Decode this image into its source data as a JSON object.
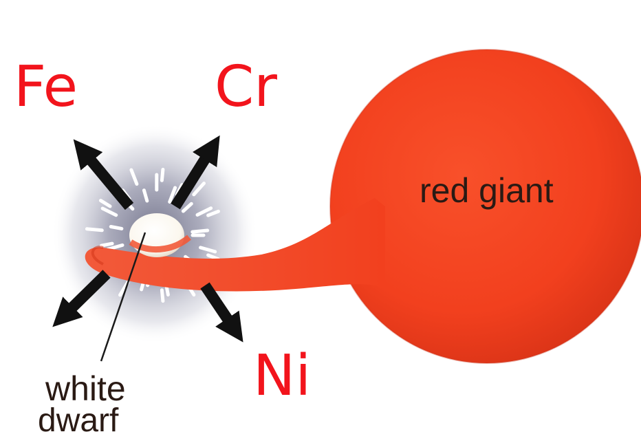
{
  "labels": {
    "element_fe": "Fe",
    "element_cr": "Cr",
    "element_ni": "Ni",
    "red_giant": "red giant",
    "white_dwarf_line1": "white",
    "white_dwarf_line2": "dwarf"
  },
  "colors": {
    "element_text": "#f2141c",
    "red_giant": "#f2401e",
    "arrows": "#111111",
    "caption_text": "#2a1a14"
  }
}
